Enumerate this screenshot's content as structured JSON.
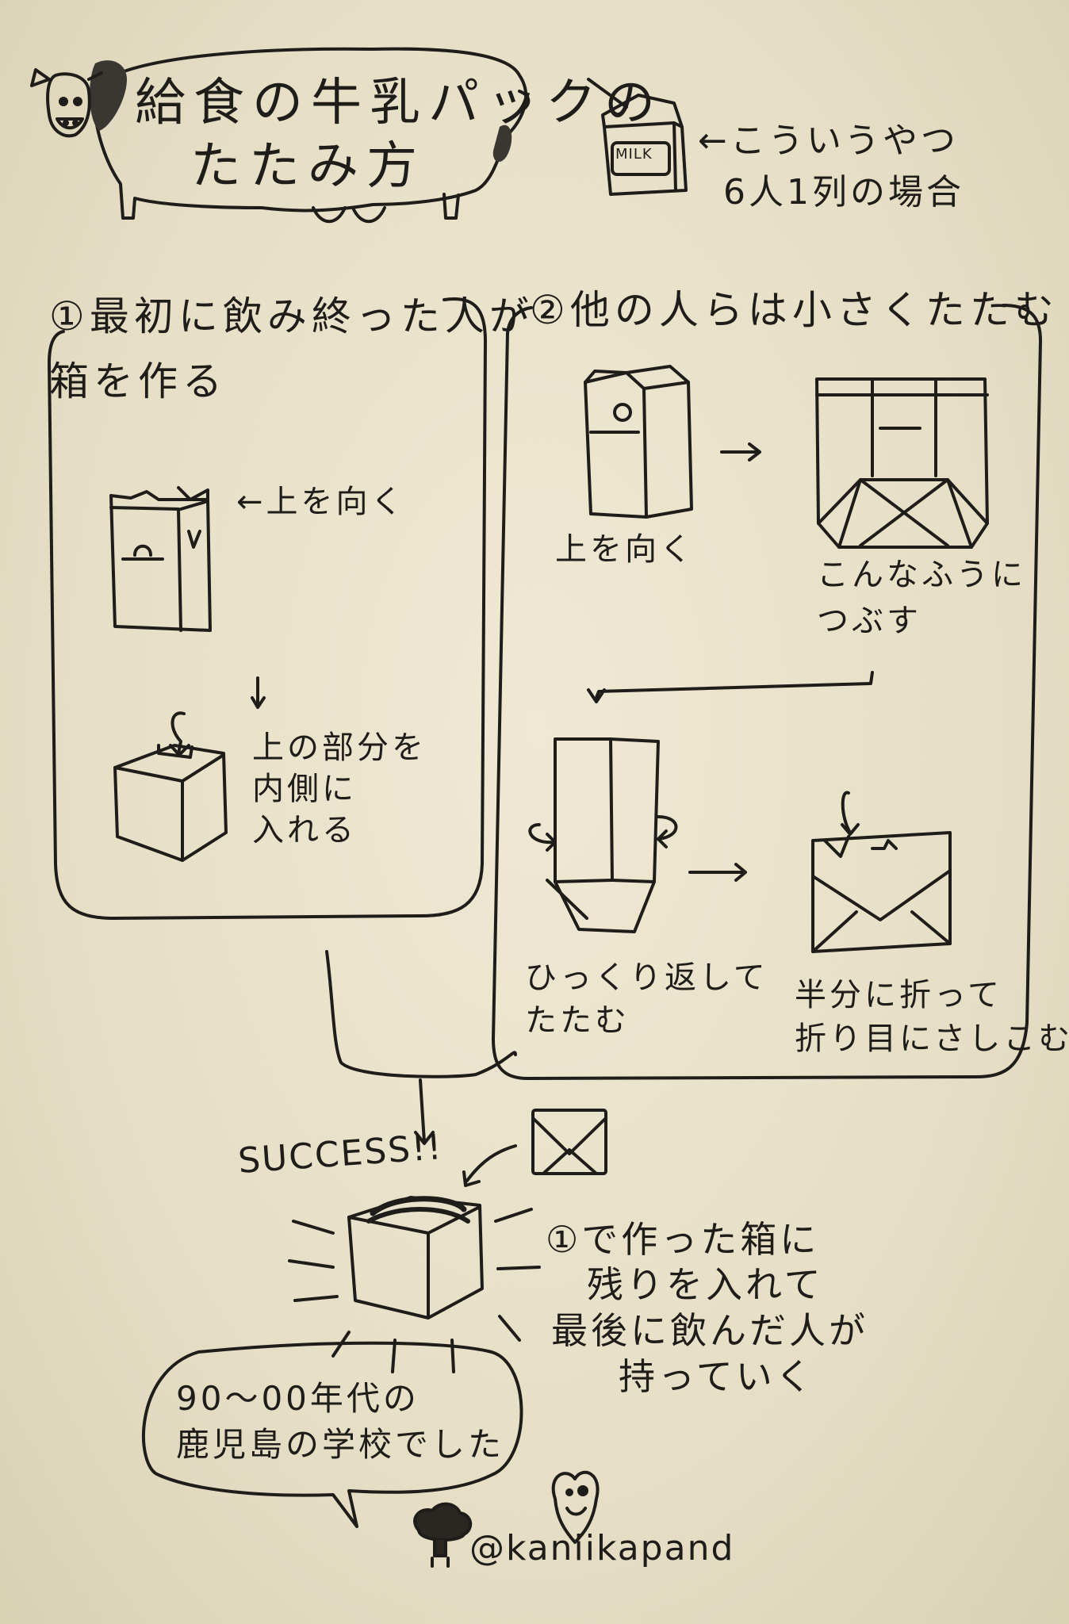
{
  "title": {
    "line1": "給食の牛乳パックの",
    "line2": "たたみ方"
  },
  "note": {
    "line1": "←こういうやつ",
    "line2": "6人1列の場合",
    "milk_label": "MILK"
  },
  "step1": {
    "heading_line1": "①最初に飲み終った人が",
    "heading_line2": "箱を作る",
    "caption_top": "←上を向く",
    "caption_bottom": [
      "上の部分を",
      "内側に",
      "入れる"
    ]
  },
  "step2": {
    "heading": "②他の人らは小さくたたむ",
    "caption_a": "上を向く",
    "caption_b": [
      "こんなふうに",
      "つぶす"
    ],
    "caption_c": [
      "ひっくり返して",
      "たたむ"
    ],
    "caption_d": [
      "半分に折って",
      "折り目にさしこむ"
    ]
  },
  "result": {
    "success": "SUCCESS!!",
    "text": [
      "①で作った箱に",
      "残りを入れて",
      "最後に飲んだ人が",
      "持っていく"
    ]
  },
  "bubble": {
    "line1": "90〜00年代の",
    "line2": "鹿児島の学校でした"
  },
  "signature": "@kaniikapand"
}
